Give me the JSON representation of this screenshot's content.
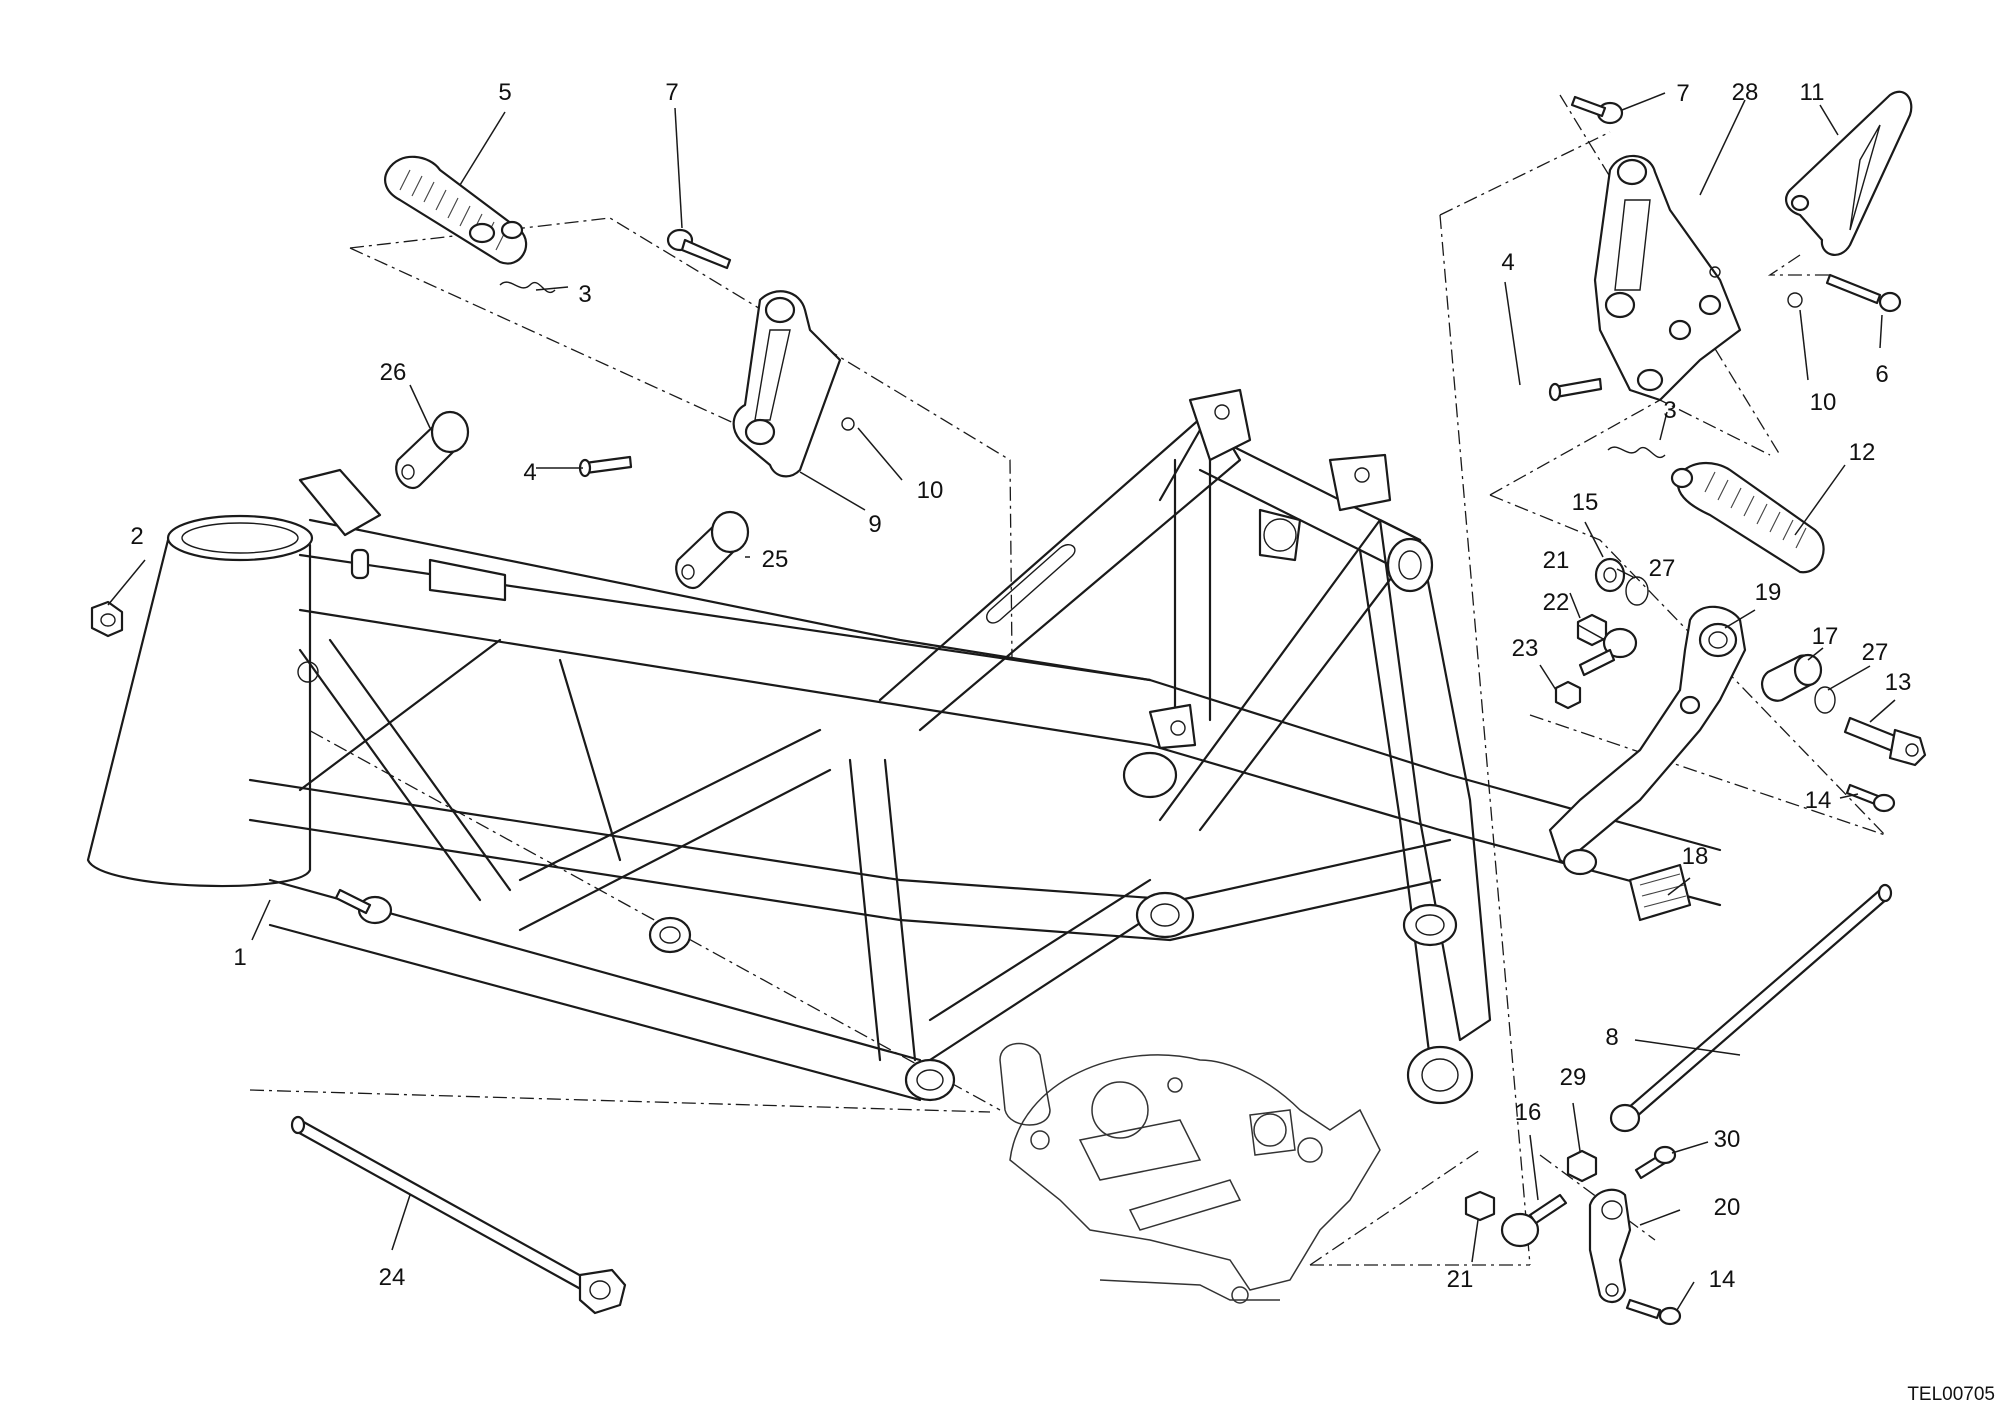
{
  "drawing_code": "TEL00705",
  "callouts": {
    "c1": "1",
    "c2": "2",
    "c3a": "3",
    "c3b": "3",
    "c4a": "4",
    "c4b": "4",
    "c5": "5",
    "c6": "6",
    "c7a": "7",
    "c7b": "7",
    "c8": "8",
    "c9": "9",
    "c10a": "10",
    "c10b": "10",
    "c11": "11",
    "c12": "12",
    "c13": "13",
    "c14a": "14",
    "c14b": "14",
    "c15": "15",
    "c16": "16",
    "c17": "17",
    "c18": "18",
    "c19": "19",
    "c20": "20",
    "c21a": "21",
    "c21b": "21",
    "c22": "22",
    "c23": "23",
    "c24": "24",
    "c25": "25",
    "c26": "26",
    "c27a": "27",
    "c27b": "27",
    "c28": "28",
    "c29": "29",
    "c30": "30"
  }
}
